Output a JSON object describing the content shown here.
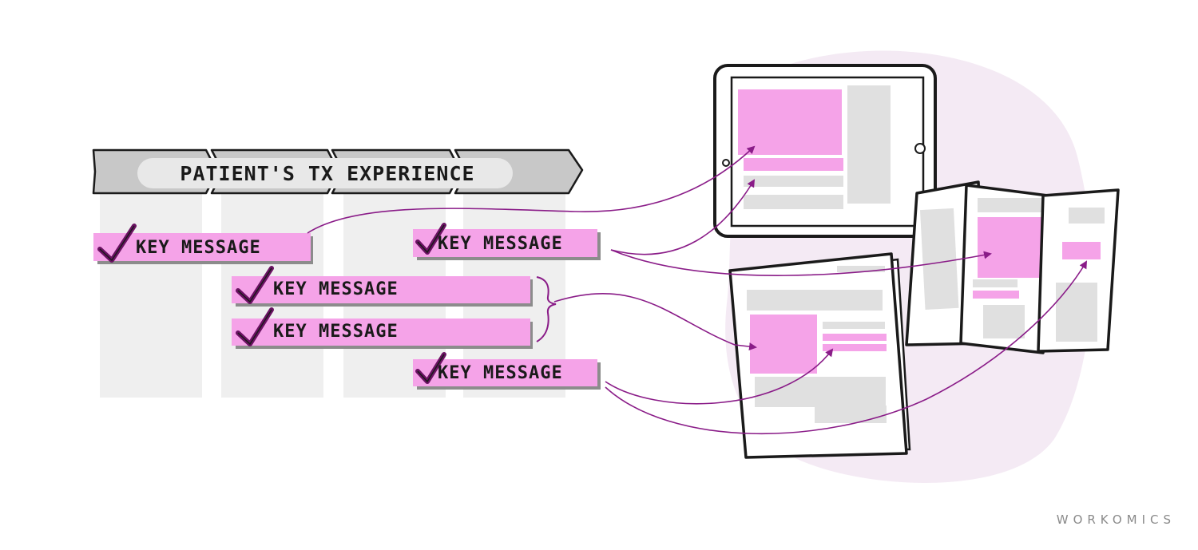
{
  "timeline": {
    "label": "PATIENT'S TX EXPERIENCE"
  },
  "key_messages": [
    {
      "id": "km1",
      "label": "KEY MESSAGE"
    },
    {
      "id": "km2",
      "label": "KEY MESSAGE"
    },
    {
      "id": "km3",
      "label": "KEY MESSAGE"
    },
    {
      "id": "km4",
      "label": "KEY MESSAGE"
    },
    {
      "id": "km5",
      "label": "KEY MESSAGE"
    }
  ],
  "branding": {
    "logo": "WORKOMICS"
  },
  "colors": {
    "accent_pink": "#f5a3e8",
    "arrow_purple": "#8a1c88",
    "check_purple": "#6a1262",
    "placeholder_gray": "#e0e0e0",
    "column_gray": "#efefef",
    "blob_lavender": "#f4eaf4",
    "banner_gray": "#c8c8c8"
  }
}
